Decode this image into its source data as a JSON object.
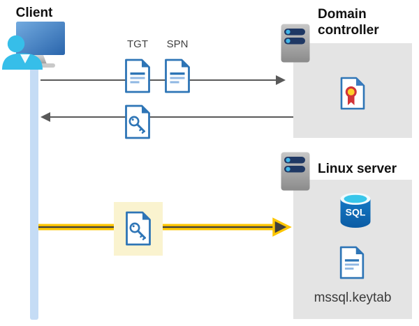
{
  "diagram": {
    "client": {
      "label": "Client"
    },
    "domain_controller": {
      "label": "Domain\ncontroller"
    },
    "linux_server": {
      "label": "Linux server"
    },
    "tickets": {
      "tgt_label": "TGT",
      "spn_label": "SPN"
    },
    "sql_icon_text": "SQL",
    "keytab_label": "mssql.keytab"
  },
  "icons": [
    "client-workstation-icon",
    "tgt-document-icon",
    "spn-document-icon",
    "service-ticket-key-icon",
    "highlighted-keytab-key-icon",
    "domain-controller-server-icon",
    "certificate-icon",
    "linux-server-server-icon",
    "sql-database-icon",
    "keytab-document-icon"
  ],
  "colors": {
    "line-gray": "#595959",
    "box-gray": "#E4E4E4",
    "highlight-yellow": "#FAF3CF",
    "lifeline-blue": "#C5DCF5",
    "text-dark": "#3B3B3B",
    "accent-yellow": "#FDC602",
    "arrow-dark": "#3F3F3F",
    "icon-blue": "#2E75B6",
    "icon-blue-light": "#8FB7E3",
    "server-navy": "#1F3864",
    "dot-cyan": "#41B6E8",
    "person-cyan": "#36BEE9",
    "sql-blue": "#1068B8",
    "sql-cyan": "#38C6EA",
    "cert-red": "#D13438",
    "cert-yellow": "#FFD02B"
  }
}
